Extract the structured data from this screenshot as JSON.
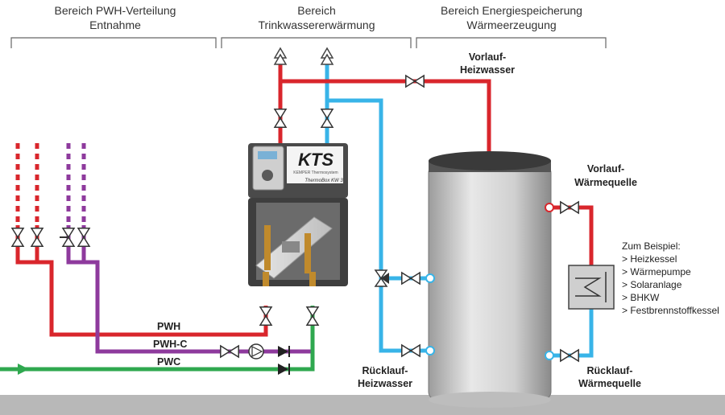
{
  "colors": {
    "hot": "#d9262c",
    "hot_dark": "#a01e23",
    "cold": "#38b4e8",
    "circulation": "#8e3a9d",
    "drinking_cold": "#2fa84f",
    "floor": "#b8b8b8",
    "tank_body": "#d6d6d6",
    "tank_top": "#3a3a3a",
    "station_dark": "#4a4a4a"
  },
  "headers": {
    "pwh_distribution": [
      "Bereich PWH-Verteilung",
      "Entnahme"
    ],
    "drinking_water_heating": [
      "Bereich",
      "Trinkwassererwärmung"
    ],
    "energy_storage": [
      "Bereich Energiespeicherung",
      "Wärmeerzeugung"
    ]
  },
  "labels": {
    "flow_heating_water": [
      "Vorlauf-",
      "Heizwasser"
    ],
    "return_heating_water": [
      "Rücklauf-",
      "Heizwasser"
    ],
    "flow_heat_source": [
      "Vorlauf-",
      "Wärmequelle"
    ],
    "return_heat_source": [
      "Rücklauf-",
      "Wärmequelle"
    ],
    "pwh": "PWH",
    "pwh_c": "PWH-C",
    "pwc": "PWC"
  },
  "station": {
    "brand": "KTS",
    "brand_sub": "KEMPER Thermosystem",
    "model": "ThermoBox KW 3"
  },
  "examples": {
    "title": "Zum Beispiel:",
    "items": [
      "> Heizkessel",
      "> Wärmepumpe",
      "> Solaranlage",
      "> BHKW",
      "> Festbrennstoffkessel"
    ]
  }
}
